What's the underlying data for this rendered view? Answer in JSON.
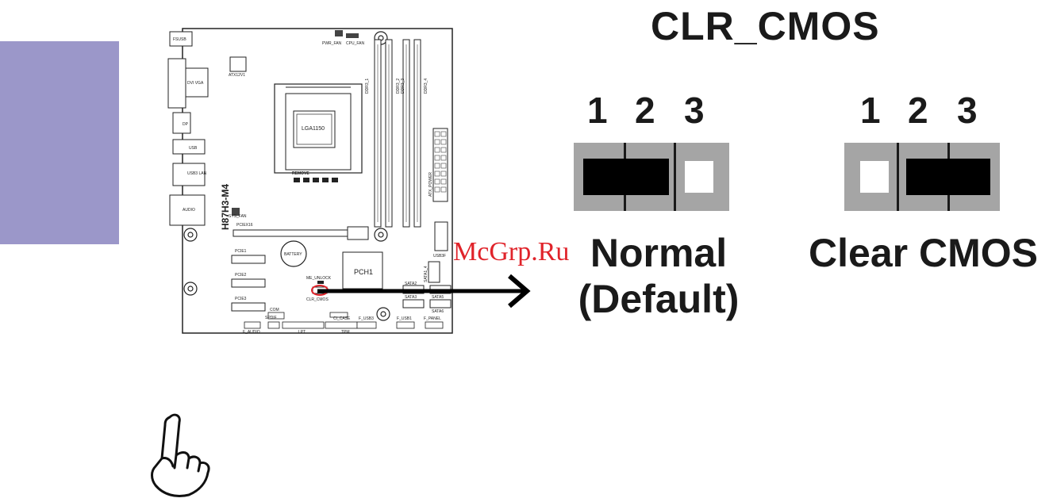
{
  "title": "CLR_CMOS",
  "pin_numbers": [
    "1",
    "2",
    "3"
  ],
  "settings": [
    {
      "label_line1": "Normal",
      "label_line2": "(Default)",
      "jumper": "1-2"
    },
    {
      "label_line1": "Clear CMOS",
      "label_line2": "",
      "jumper": "2-3"
    }
  ],
  "watermark": "McGrp.Ru",
  "board": {
    "model": "H87H3-M4",
    "cpu_socket": "LGA1150",
    "cpu_remove": "REMOVE",
    "pch": "PCH1",
    "battery": "BATTERY",
    "labels": {
      "fsusb": "FSUSB",
      "pwr_fan": "PWR_FAN",
      "cpu_fan": "CPU_FAN",
      "atx12v": "ATX12V1",
      "dvi_vga": "DVI\nVGA",
      "dp": "DP",
      "usb": "USB",
      "usb3_lan": "USB3\nLAN",
      "audio": "AUDIO",
      "sys_fan": "SYS_FAN",
      "pciex16": "PCIEX16",
      "pcie1": "PCIE1",
      "pcie2": "PCIE2",
      "pcie3": "PCIE3",
      "ddr3_1": "DDR3_1",
      "ddr3_2": "DDR3_2",
      "ddr3_3": "DDR3_3",
      "ddr3_4": "DDR3_4",
      "atx_power": "ATX_POWER",
      "usb3f": "USB3F",
      "sata1_4": "SATA1_4",
      "me_unlock": "ME_UNLOCK",
      "clr_cmos": "CLR_CMOS",
      "com": "COM",
      "f_audio": "F_AUDIO",
      "spdif": "SPDIF",
      "lpt": "LPT",
      "ci_case": "CI_CASE",
      "f_usb3": "F_USB3",
      "f_usb1": "F_USB1",
      "f_panel": "F_PANEL",
      "tpm": "TPM",
      "sata2": "SATA2",
      "sata3": "SATA3",
      "sata5": "SATA5",
      "sata6": "SATA6"
    }
  }
}
